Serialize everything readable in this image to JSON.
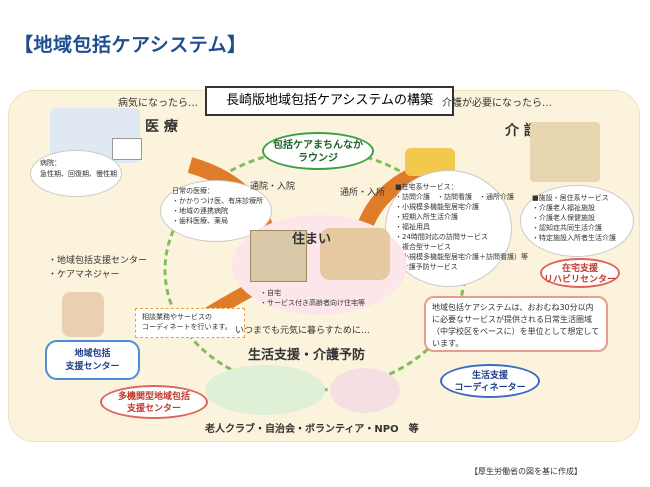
{
  "page_title": "【地域包括ケアシステム】",
  "main_title": "長崎版地域包括ケアシステムの構築",
  "medical": {
    "prompt": "病気になったら…",
    "title": "医 療",
    "hospital_lines": [
      "病院：",
      "急性期、回復期、慢性期"
    ],
    "daily_lines": [
      "日常の医療：",
      "・かかりつけ医、有床診療所",
      "・地域の連携病院",
      "・歯科医療、薬局"
    ]
  },
  "care": {
    "prompt": "介護が必要になったら…",
    "title": "介 護",
    "home_services": [
      "■在宅系サービス：",
      "・訪問介護　・訪問看護　・通所介護",
      "・小規模多機能型居宅介護",
      "・短期入所生活介護",
      "・福祉用具",
      "・24時間対応の訪問サービス",
      "・複合型サービス",
      "（小規模多機能型居宅介護＋訪問看護）等",
      "■介護予防サービス"
    ],
    "facility_services": [
      "■施設・居住系サービス",
      "・介護老人福祉施設",
      "・介護老人保健施設",
      "・認知症共同生活介護",
      "・特定施設入所者生活介護"
    ]
  },
  "lounge": "包括ケアまちんなか\nラウンジ",
  "arrows": {
    "hospital": "通院・入院",
    "care": "通所・入所"
  },
  "home": {
    "title": "住まい",
    "items": [
      "・自宅",
      "・サービス付き高齢者向け住宅等"
    ]
  },
  "left": {
    "items": [
      "・地域包括支援センター",
      "・ケアマネジャー"
    ],
    "coordinate_note": [
      "相談業務やサービスの",
      "コーディネートを行います。"
    ],
    "center": "地域包括\n支援センター",
    "multi_center": "多機関型地域包括\n支援センター"
  },
  "prevention": {
    "subtitle": "いつまでも元気に暮らすために…",
    "title": "生活支援・介護予防",
    "footer": "老人クラブ・自治会・ボランティア・NPO　等"
  },
  "rehab": "在宅支援\nリハビリセンター",
  "note": "地域包括ケアシステムは、おおむね30分以内に必要なサービスが提供される日常生活圏域（中学校区をベースに）を単位として想定しています。",
  "coordinator": "生活支援\nコーディネーター",
  "source": "【厚生労働省の図を基に作成】",
  "colors": {
    "title": "#1f4e8f",
    "green": "#3aa048",
    "blue": "#3b6bc4",
    "red": "#e0645b",
    "arrow": "#e07b2a"
  }
}
